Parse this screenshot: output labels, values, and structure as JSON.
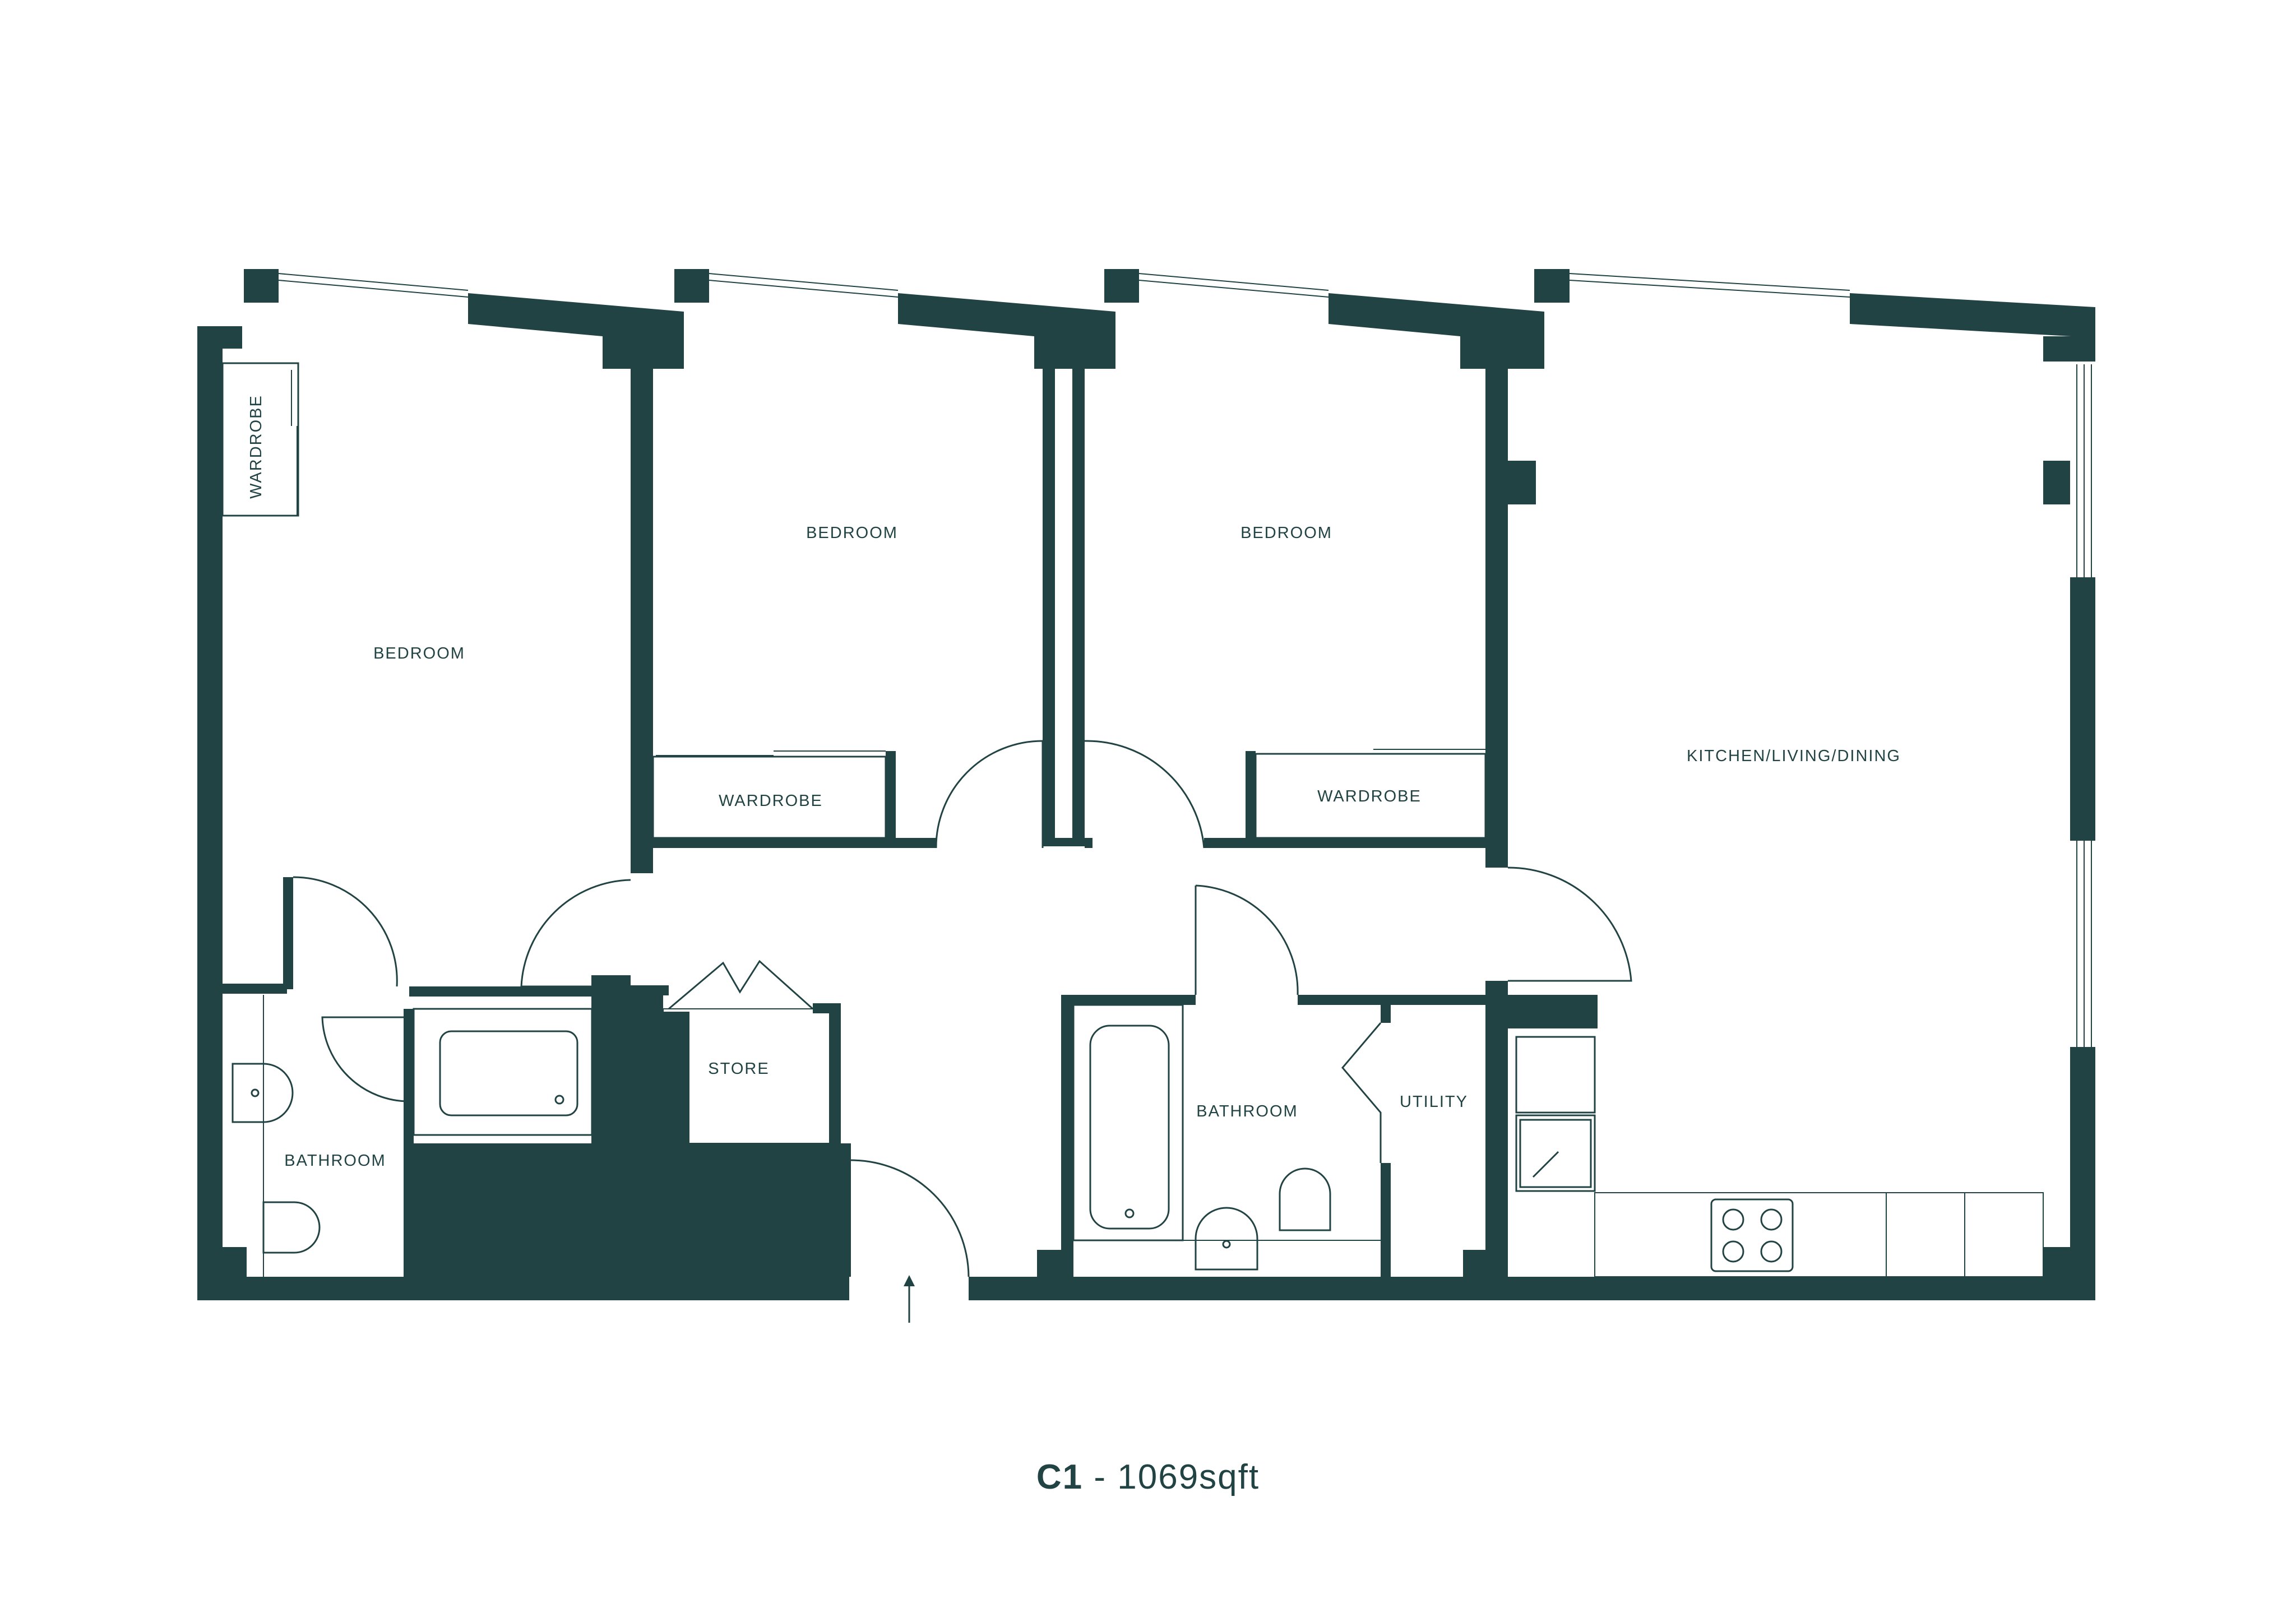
{
  "colors": {
    "wall": "#214343",
    "line": "#214343",
    "background": "#ffffff"
  },
  "rooms": {
    "bedroom_1": "BEDROOM",
    "wardrobe_1": "WARDROBE",
    "bedroom_2": "BEDROOM",
    "wardrobe_2": "WARDROBE",
    "bedroom_3": "BEDROOM",
    "wardrobe_3": "WARDROBE",
    "kitchen": "KITCHEN/LIVING/DINING",
    "bathroom_1": "BATHROOM",
    "store": "STORE",
    "bathroom_2": "BATHROOM",
    "utility": "UTILITY"
  },
  "caption": {
    "unit": "C1",
    "separator": " - ",
    "area": "1069sqft"
  },
  "icons": [
    "entrance-arrow-icon",
    "bathtub-icon",
    "toilet-icon",
    "sink-icon",
    "shower-tray-icon",
    "hob-icon"
  ]
}
